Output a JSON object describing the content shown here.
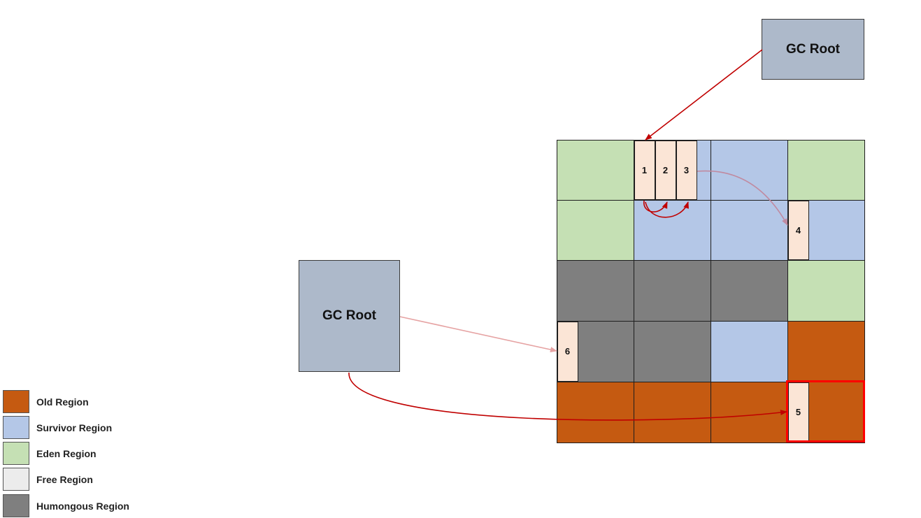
{
  "colors": {
    "old": "#c55a11",
    "survivor": "#b4c7e7",
    "eden": "#c5e0b4",
    "free": "#ececec",
    "humongous": "#7f7f7f",
    "object": "#fbe5d6",
    "gc_root": "#adb9ca",
    "arrow_strong": "#c00000",
    "arrow_faint": "#e6a3a3",
    "arrow_mauve": "#c08aa0",
    "highlight": "#ff0000"
  },
  "gc_roots": {
    "top": "GC Root",
    "left": "GC Root"
  },
  "regions": [
    [
      "eden",
      "survivor",
      "survivor",
      "eden"
    ],
    [
      "eden",
      "survivor",
      "survivor",
      "survivor"
    ],
    [
      "humongous",
      "humongous",
      "humongous",
      "eden"
    ],
    [
      "humongous",
      "humongous",
      "survivor",
      "old"
    ],
    [
      "old",
      "old",
      "old",
      "old"
    ]
  ],
  "objects": [
    {
      "label": "1",
      "row": 0,
      "col": 1,
      "slot": 0
    },
    {
      "label": "2",
      "row": 0,
      "col": 1,
      "slot": 1
    },
    {
      "label": "3",
      "row": 0,
      "col": 1,
      "slot": 2
    },
    {
      "label": "4",
      "row": 1,
      "col": 3,
      "slot": 0
    },
    {
      "label": "6",
      "row": 3,
      "col": 0,
      "slot": 0
    },
    {
      "label": "5",
      "row": 4,
      "col": 3,
      "slot": 0
    }
  ],
  "highlighted_region": {
    "row": 4,
    "col": 3
  },
  "legend": [
    {
      "type": "old",
      "label": "Old Region"
    },
    {
      "type": "survivor",
      "label": "Survivor Region"
    },
    {
      "type": "eden",
      "label": "Eden Region"
    },
    {
      "type": "free",
      "label": "Free Region"
    },
    {
      "type": "humongous",
      "label": "Humongous Region"
    }
  ]
}
